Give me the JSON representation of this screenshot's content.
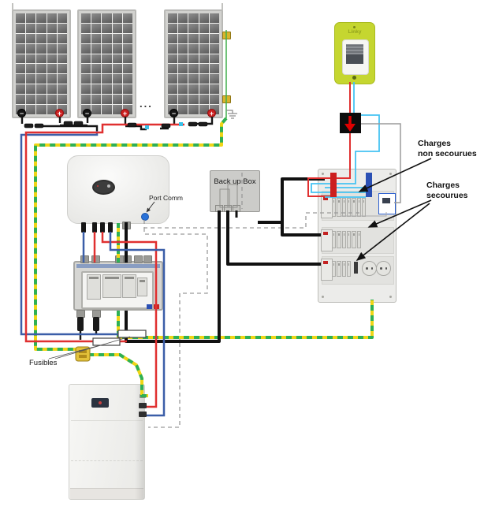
{
  "labels": {
    "backup_box": "Back up Box",
    "port_comm": "Port Comm",
    "fusibles": "Fusibles",
    "charges_non_secourues": [
      "Charges",
      "non secourues"
    ],
    "charges_secourues": [
      "Charges",
      "secourues"
    ],
    "meter_brand": "Linky",
    "ellipsis": "..."
  },
  "symbols": {
    "minus": "−",
    "plus": "+"
  },
  "pv": {
    "panels": 3,
    "cell_cols": 5,
    "cell_rows": 10
  },
  "panel_board": {
    "rows": [
      {
        "breakers": 7
      },
      {
        "breakers": 6
      },
      {
        "breakers": 4
      }
    ],
    "sockets": 2
  },
  "colors": {
    "pv_positive_wire": "#e03030",
    "pv_negative_wire": "#3b5ea8",
    "neutral_wire": "#45c3f2",
    "ac_wire": "#111111",
    "ground_yellow": "#f0d517",
    "ground_green": "#2eb054",
    "comm_wire": "#9a9a9a",
    "meter_body": "#c5d630",
    "sensor_arrow": "#e00000"
  }
}
